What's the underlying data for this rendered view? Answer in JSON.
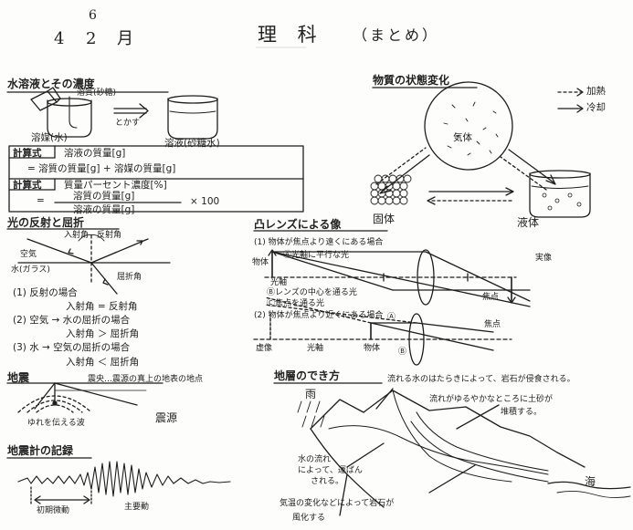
{
  "header": {
    "month": "4",
    "day_top": "6",
    "day": "2",
    "day_unit": "月",
    "title": "理 科",
    "subtitle": "（まとめ）"
  },
  "solution": {
    "heading": "水溶液とその濃度",
    "solute": "溶質(砂糖)",
    "dissolve": "とかす",
    "solvent": "溶媒(水)",
    "result": "溶液(砂糖水)",
    "formula1_label": "計算式",
    "formula1_line1": "溶液の質量[g]",
    "formula1_line2": "= 溶質の質量[g] + 溶媒の質量[g]",
    "formula2_label": "計算式",
    "formula2_line1": "質量パーセント濃度[%]",
    "formula2_num": "溶質の質量[g]",
    "formula2_den": "溶液の質量[g]",
    "formula2_eq": "=",
    "formula2_times": "× 100"
  },
  "state_change": {
    "heading": "物質の状態変化",
    "legend_heat": "加熱",
    "legend_cool": "冷却",
    "gas": "気体",
    "solid": "固体",
    "liquid": "液体"
  },
  "light": {
    "heading": "光の反射と屈折",
    "incidence": "入射角",
    "reflection": "反射角",
    "air": "空気",
    "water": "水(ガラス)",
    "refraction": "屈折角",
    "rule1": "(1) 反射の場合",
    "rule1b": "入射角 = 反射角",
    "rule2": "(2) 空気 → 水の屈折の場合",
    "rule2b": "入射角 ＞ 屈折角",
    "rule3": "(3) 水 → 空気の屈折の場合",
    "rule3b": "入射角 ＜ 屈折角"
  },
  "lens": {
    "heading": "凸レンズによる像",
    "case1": "(1) 物体が焦点より遠くにある場合",
    "ray_a": "Ⓐ光軸に平行な光",
    "ray_b": "Ⓑレンズの中心を通る光",
    "ray_c": "Ⓒ焦点を通る光",
    "object": "物体",
    "axis": "光軸",
    "real_image": "実像",
    "focus1": "焦点",
    "case2": "(2) 物体が焦点より近くにある場合",
    "focus2": "焦点",
    "virtual_image": "虚像",
    "axis2": "光軸",
    "object2": "物体",
    "mark_a": "Ⓐ",
    "mark_b": "Ⓑ"
  },
  "earthquake": {
    "heading": "地震",
    "epicenter": "震央…震源の真上の地表の地点",
    "wave": "ゆれを伝える波",
    "focus": "震源"
  },
  "seismograph": {
    "heading": "地震計の記録",
    "p_wave": "初期微動",
    "s_wave": "主要動"
  },
  "stratum": {
    "heading": "地層のでき方",
    "erosion": "流れる水のはたらきによって、岩石が侵食される。",
    "deposit1": "流れがゆるやかなところに土砂が",
    "deposit2": "堆積する。",
    "rain": "雨",
    "transport1": "水の流れ",
    "transport2": "によって、運ばん",
    "transport3": "される。",
    "sea": "海",
    "weathering1": "気温の変化などによって岩石が",
    "weathering2": "風化する"
  }
}
